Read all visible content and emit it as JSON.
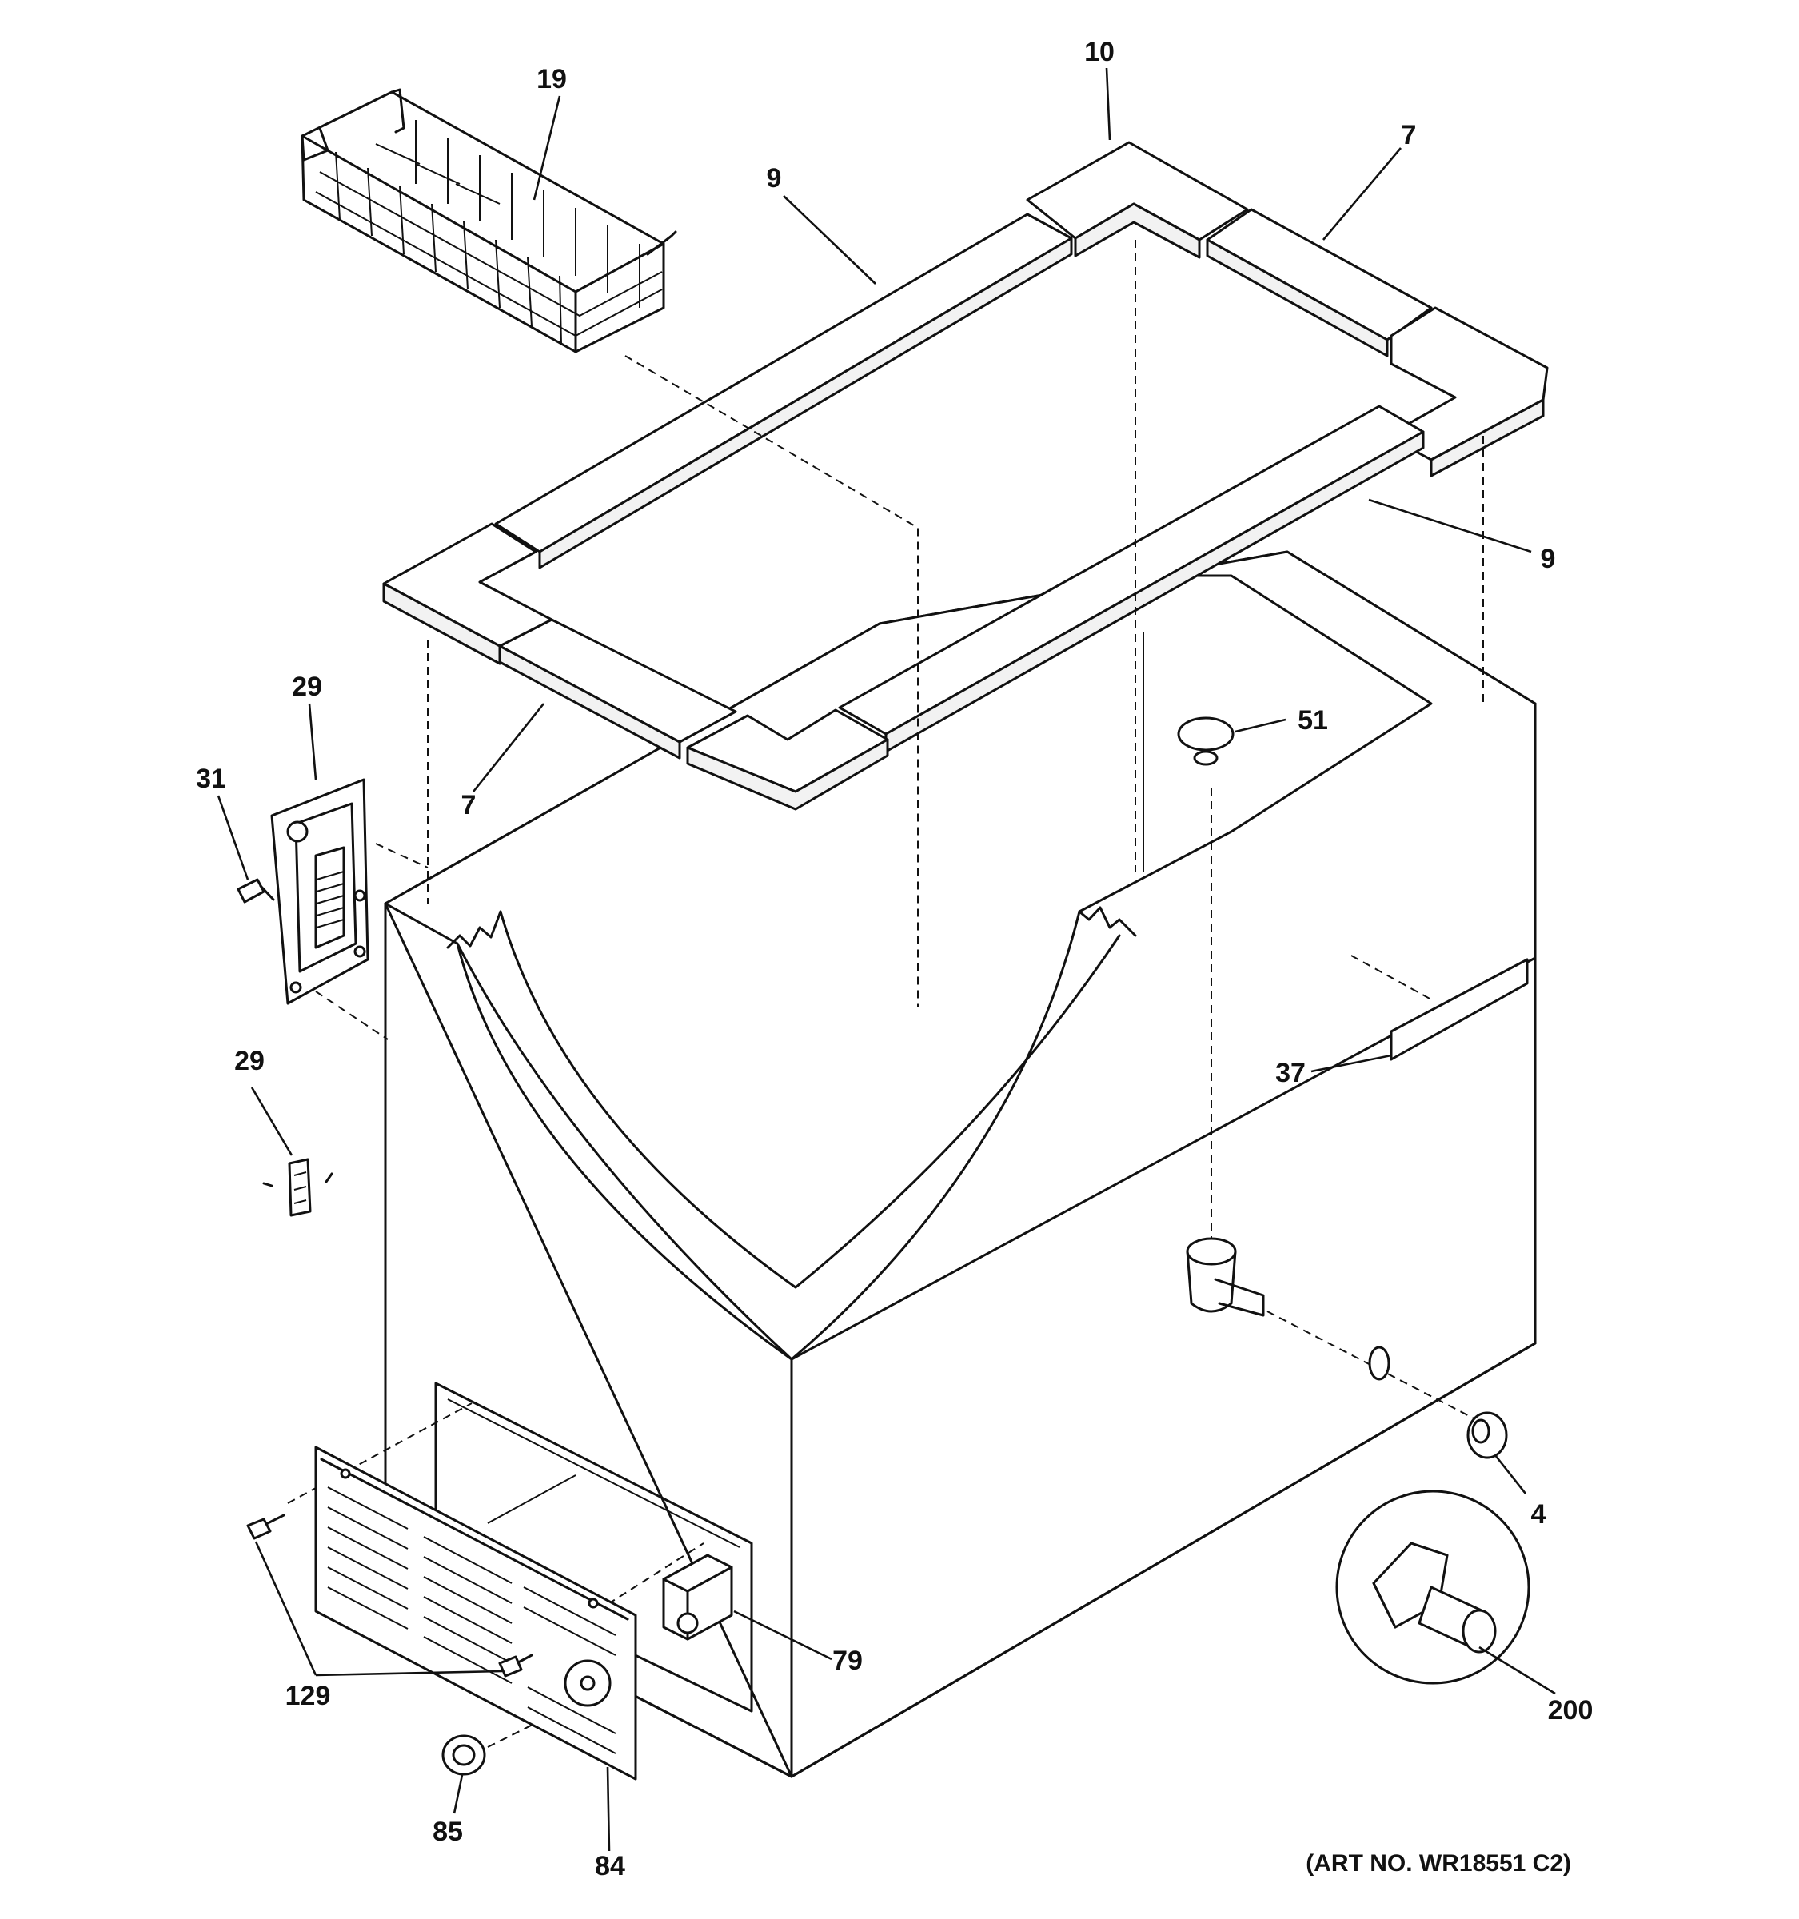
{
  "diagram": {
    "callouts": {
      "basket": "19",
      "gasket_corner_top": "10",
      "gasket_top_right": "7",
      "gasket_back_left": "9",
      "gasket_front_right": "9",
      "gasket_front_left": "7",
      "hinge": "29",
      "hinge_screw": "31",
      "hinge_part": "29",
      "drain_plug": "51",
      "nameplate": "37",
      "drain_cap": "4",
      "drain_fitting": "200",
      "grille_screws": "129",
      "control": "79",
      "knob": "85",
      "grille": "84"
    },
    "art_number": "(ART NO. WR18551 C2)"
  }
}
